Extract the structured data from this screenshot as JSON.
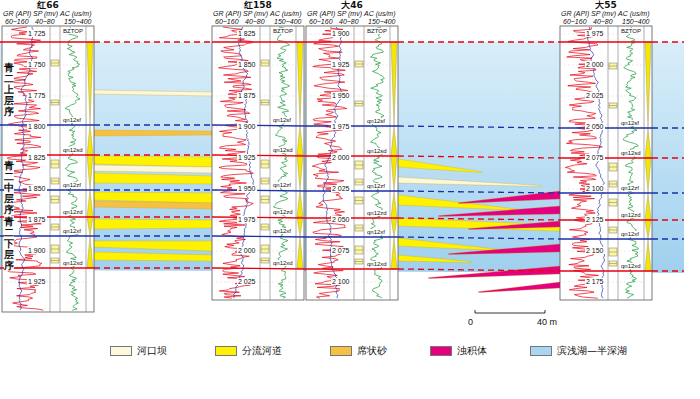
{
  "diagram": {
    "labels": [
      "红66",
      "GR (API)",
      "SP (mv)",
      "AC (us/m)",
      "60~160",
      "40~80",
      "150~400",
      "1 725",
      "1 750",
      "1 775",
      "1 800",
      "1 825",
      "1 850",
      "1 875",
      "1 900",
      "1 925",
      "BZTOP",
      "qn12sf",
      "qn12sd",
      "qn12zf",
      "qn12zd",
      "qn12xf",
      "qn12xd",
      "红158",
      "GR (API)",
      "SP (mv)",
      "AC (us/m)",
      "60~160",
      "40~80",
      "150~400",
      "1 825",
      "1 850",
      "1 875",
      "1 900",
      "1 925",
      "1 950",
      "1 975",
      "2 000",
      "2 025",
      "BZTOP",
      "qn12sf",
      "qn12sd",
      "qn12zf",
      "qn12zd",
      "qn12xf",
      "qn12xd",
      "大46",
      "GR (API)",
      "SP (mv)",
      "AC (us/m)",
      "60~160",
      "40~80",
      "150~400",
      "1 900",
      "1 925",
      "1 950",
      "1 975",
      "2 000",
      "2 025",
      "2 050",
      "2 075",
      "2 100",
      "BZTOP",
      "qn12sf",
      "qn12sd",
      "qn12zf",
      "qn12zd",
      "qn12xf",
      "qn12xd",
      "大55",
      "GR (API)",
      "SP (mv)",
      "AC (us/m)",
      "60~160",
      "40~80",
      "150~400",
      "1 975",
      "2 000",
      "2 025",
      "2 050",
      "2 075",
      "2 100",
      "2 125",
      "2 150",
      "2 175",
      "BZTOP",
      "qn12sf",
      "qn12sd",
      "qn12zf",
      "qn12zd",
      "qn12xf",
      "qn12xd",
      "青二上层序",
      "青二中层序",
      "青二下层序",
      "0",
      "40 m"
    ],
    "legend": [
      {
        "text": "河口坝",
        "color": "#fdf7dc"
      },
      {
        "text": "分流河道",
        "color": "#fff200"
      },
      {
        "text": "席状砂",
        "color": "#f6c044"
      },
      {
        "text": "浊积体",
        "color": "#e4007f"
      },
      {
        "text": "滨浅湖—半深湖",
        "color": "#a9d6f0"
      }
    ]
  }
}
